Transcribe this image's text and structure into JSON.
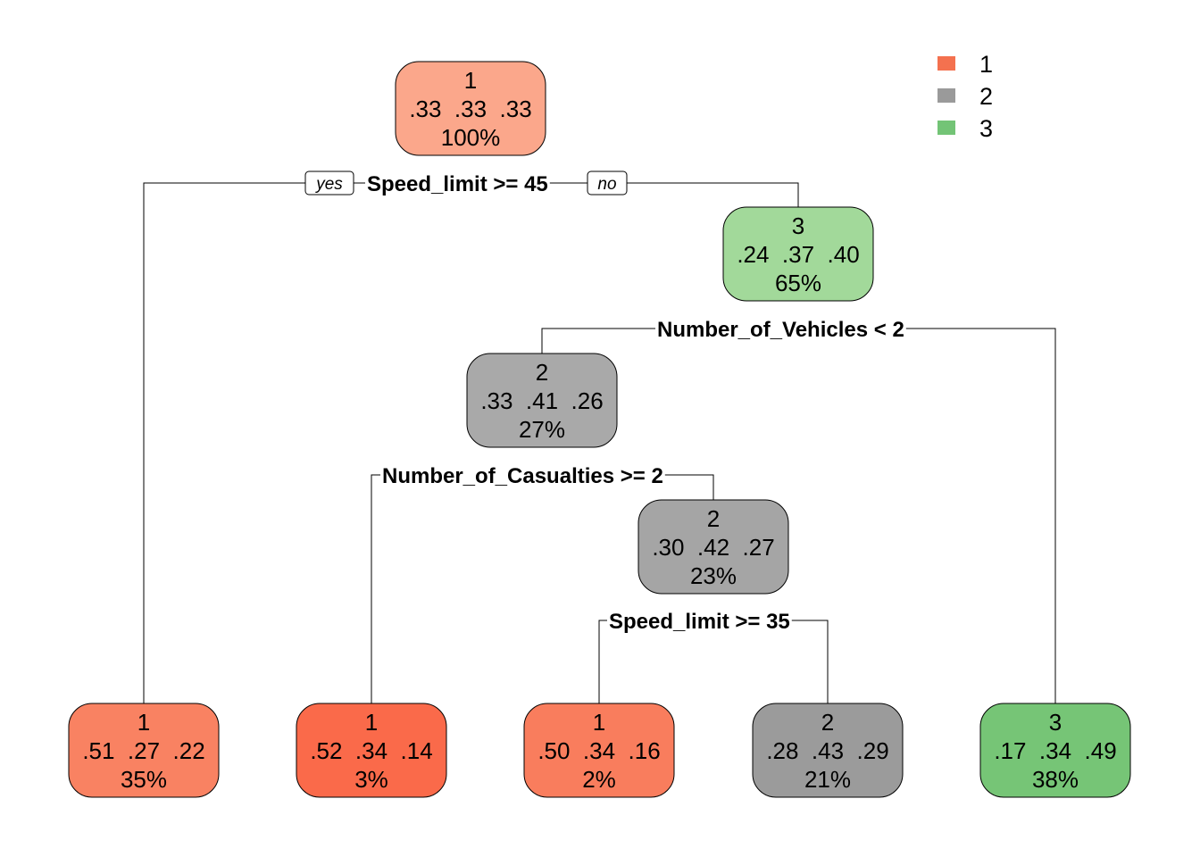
{
  "legend": [
    {
      "label": "1",
      "color": "#f4714f"
    },
    {
      "label": "2",
      "color": "#9a9a9a"
    },
    {
      "label": "3",
      "color": "#73c476"
    }
  ],
  "branch_labels": {
    "yes": "yes",
    "no": "no"
  },
  "nodes": [
    {
      "id": "root",
      "class": "1",
      "probs": ".33  .33  .33",
      "pct": "100%",
      "color": "#fba78b"
    },
    {
      "id": "n3",
      "class": "3",
      "probs": ".24  .37  .40",
      "pct": "65%",
      "color": "#a2d99a"
    },
    {
      "id": "n6",
      "class": "2",
      "probs": ".33  .41  .26",
      "pct": "27%",
      "color": "#a9a9a9"
    },
    {
      "id": "n13",
      "class": "2",
      "probs": ".30  .42  .27",
      "pct": "23%",
      "color": "#a5a5a5"
    },
    {
      "id": "leaf2",
      "class": "1",
      "probs": ".51  .27  .22",
      "pct": "35%",
      "color": "#f98262"
    },
    {
      "id": "leaf12",
      "class": "1",
      "probs": ".52  .34  .14",
      "pct": "3%",
      "color": "#fa6a4a"
    },
    {
      "id": "leaf26",
      "class": "1",
      "probs": ".50  .34  .16",
      "pct": "2%",
      "color": "#f97d5d"
    },
    {
      "id": "leaf27",
      "class": "2",
      "probs": ".28  .43  .29",
      "pct": "21%",
      "color": "#9b9b9b"
    },
    {
      "id": "leaf7",
      "class": "3",
      "probs": ".17  .34  .49",
      "pct": "38%",
      "color": "#76c576"
    }
  ],
  "splits": [
    {
      "id": "s1",
      "label": "Speed_limit >= 45"
    },
    {
      "id": "s2",
      "label": "Number_of_Vehicles < 2"
    },
    {
      "id": "s3",
      "label": "Number_of_Casualties >= 2"
    },
    {
      "id": "s4",
      "label": "Speed_limit >= 35"
    }
  ]
}
